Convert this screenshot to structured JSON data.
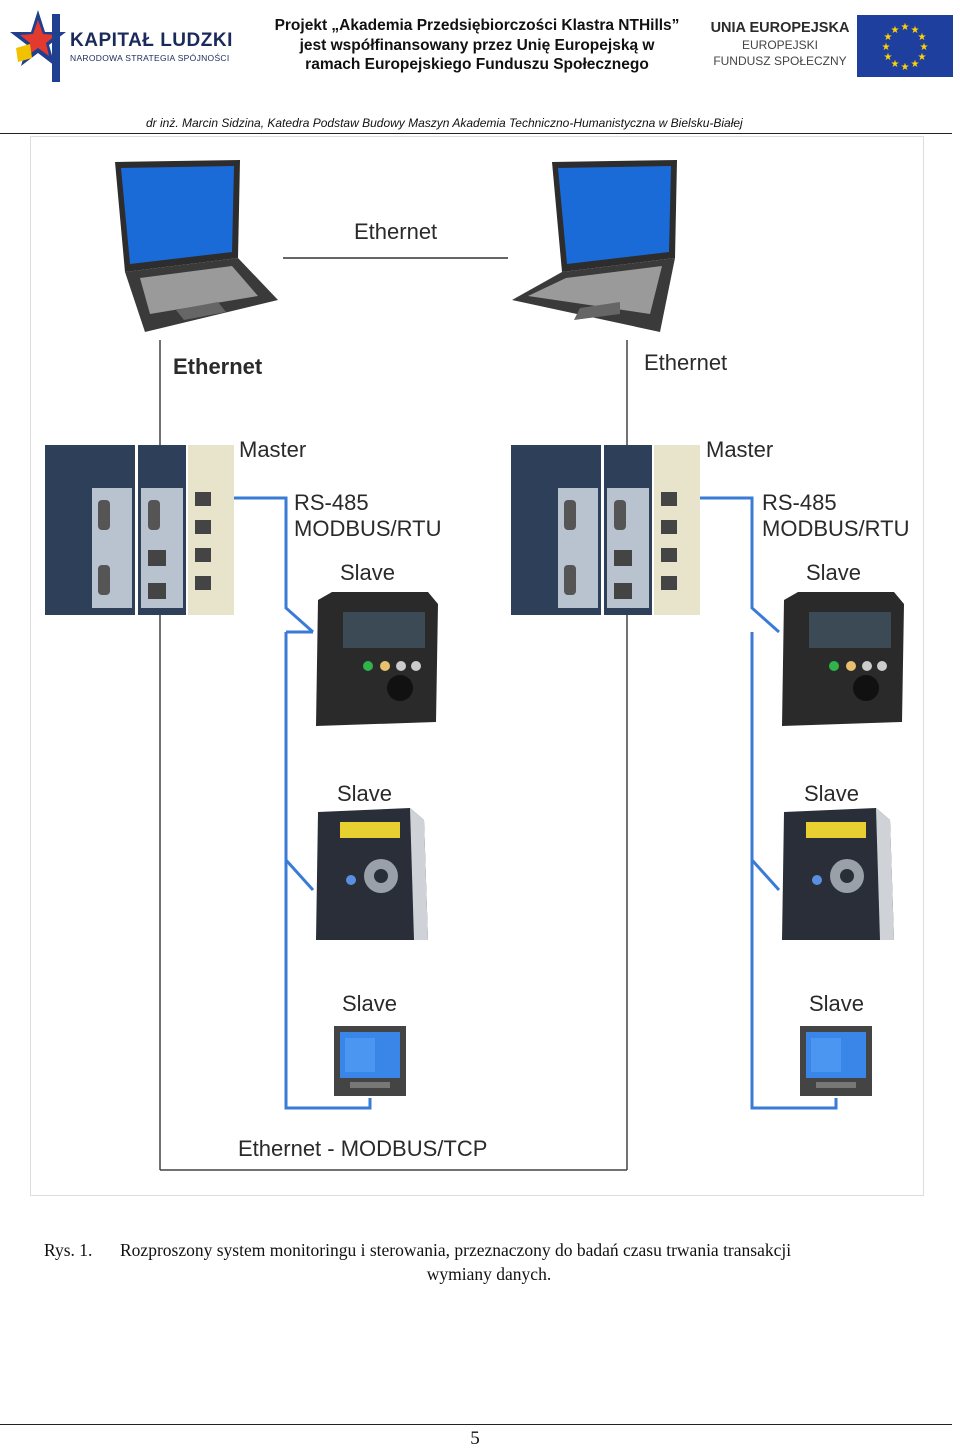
{
  "header": {
    "logo_title": "KAPITAŁ LUDZKI",
    "logo_subtitle": "NARODOWA STRATEGIA SPÓJNOŚCI",
    "project_text": "Projekt „Akademia Przedsiębiorczości Klastra NTHills” jest współfinansowany przez Unię Europejską w ramach Europejskiego Funduszu Społecznego",
    "eu_line1": "UNIA EUROPEJSKA",
    "eu_line2": "EUROPEJSKI",
    "eu_line3": "FUNDUSZ SPOŁECZNY",
    "author_line": "dr inż. Marcin Sidzina, Katedra Podstaw Budowy Maszyn Akademia Techniczno-Humanistyczna w Bielsku-Białej"
  },
  "figure": {
    "labels": {
      "ethernet_top": "Ethernet",
      "ethernet_left": "Ethernet",
      "ethernet_right": "Ethernet",
      "master_left": "Master",
      "master_right": "Master",
      "rs485_left": "RS-485",
      "modbus_rtu_left": "MODBUS/RTU",
      "rs485_right": "RS-485",
      "modbus_rtu_right": "MODBUS/RTU",
      "slave_1_left": "Slave",
      "slave_1_right": "Slave",
      "slave_2_left": "Slave",
      "slave_2_right": "Slave",
      "slave_3_left": "Slave",
      "slave_3_right": "Slave",
      "ethernet_modbus_tcp": "Ethernet - MODBUS/TCP"
    },
    "colors": {
      "rs485_line": "#3a7bd5",
      "ethernet_line": "#333333",
      "laptop_screen": "#1a6bd8",
      "plc_dark": "#2e3f5a",
      "plc_cream": "#e8e4cc"
    }
  },
  "caption": {
    "number": "Rys. 1.",
    "text_line1": "Rozproszony system monitoringu i sterowania, przeznaczony do badań czasu trwania transakcji",
    "text_line2": "wymiany danych."
  },
  "footer": {
    "page_number": "5"
  }
}
